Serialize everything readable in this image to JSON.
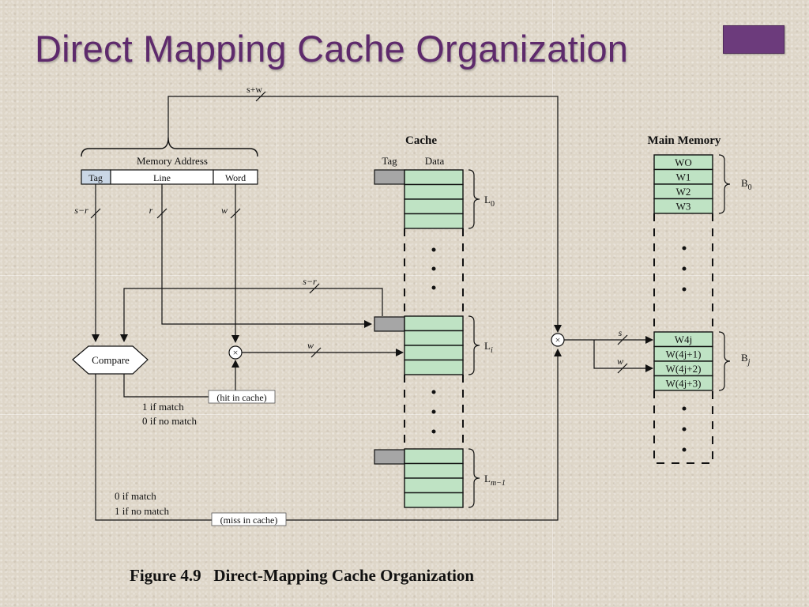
{
  "slide": {
    "title": "Direct Mapping Cache Organization",
    "accent_color": "#6c3b7c",
    "title_color": "#5e2a6c"
  },
  "diagram": {
    "memory_address": {
      "label": "Memory Address",
      "fields": [
        "Tag",
        "Line",
        "Word"
      ],
      "bus_width": "s+w",
      "tag_width": "s−r",
      "line_width": "r",
      "word_width": "w"
    },
    "cache": {
      "title": "Cache",
      "tag_header": "Tag",
      "data_header": "Data",
      "lines": [
        {
          "label": "L",
          "subscript": "0"
        },
        {
          "label": "L",
          "subscript": "i"
        },
        {
          "label": "L",
          "subscript": "m−1"
        }
      ],
      "tag_feedback_width": "s−r",
      "cell_color": "#bfe3c4"
    },
    "main_memory": {
      "title": "Main Memory",
      "block0_words": [
        "WO",
        "W1",
        "W2",
        "W3"
      ],
      "block0_label": {
        "label": "B",
        "subscript": "0"
      },
      "blockj_words": [
        "W4j",
        "W(4j+1)",
        "W(4j+2)",
        "W(4j+3)"
      ],
      "blockj_label": {
        "label": "B",
        "subscript": "j"
      },
      "s_label": "s",
      "w_label": "w"
    },
    "compare": {
      "label": "Compare",
      "multiply_symbol": "×",
      "word_bus_label": "w",
      "hit_label": "(hit in cache)",
      "hit_outcomes": [
        "1 if match",
        "0 if no match"
      ],
      "miss_label": "(miss in cache)",
      "miss_outcomes": [
        "0 if match",
        "1 if no match"
      ]
    },
    "caption": "Figure 4.9   Direct-Mapping Cache Organization"
  }
}
